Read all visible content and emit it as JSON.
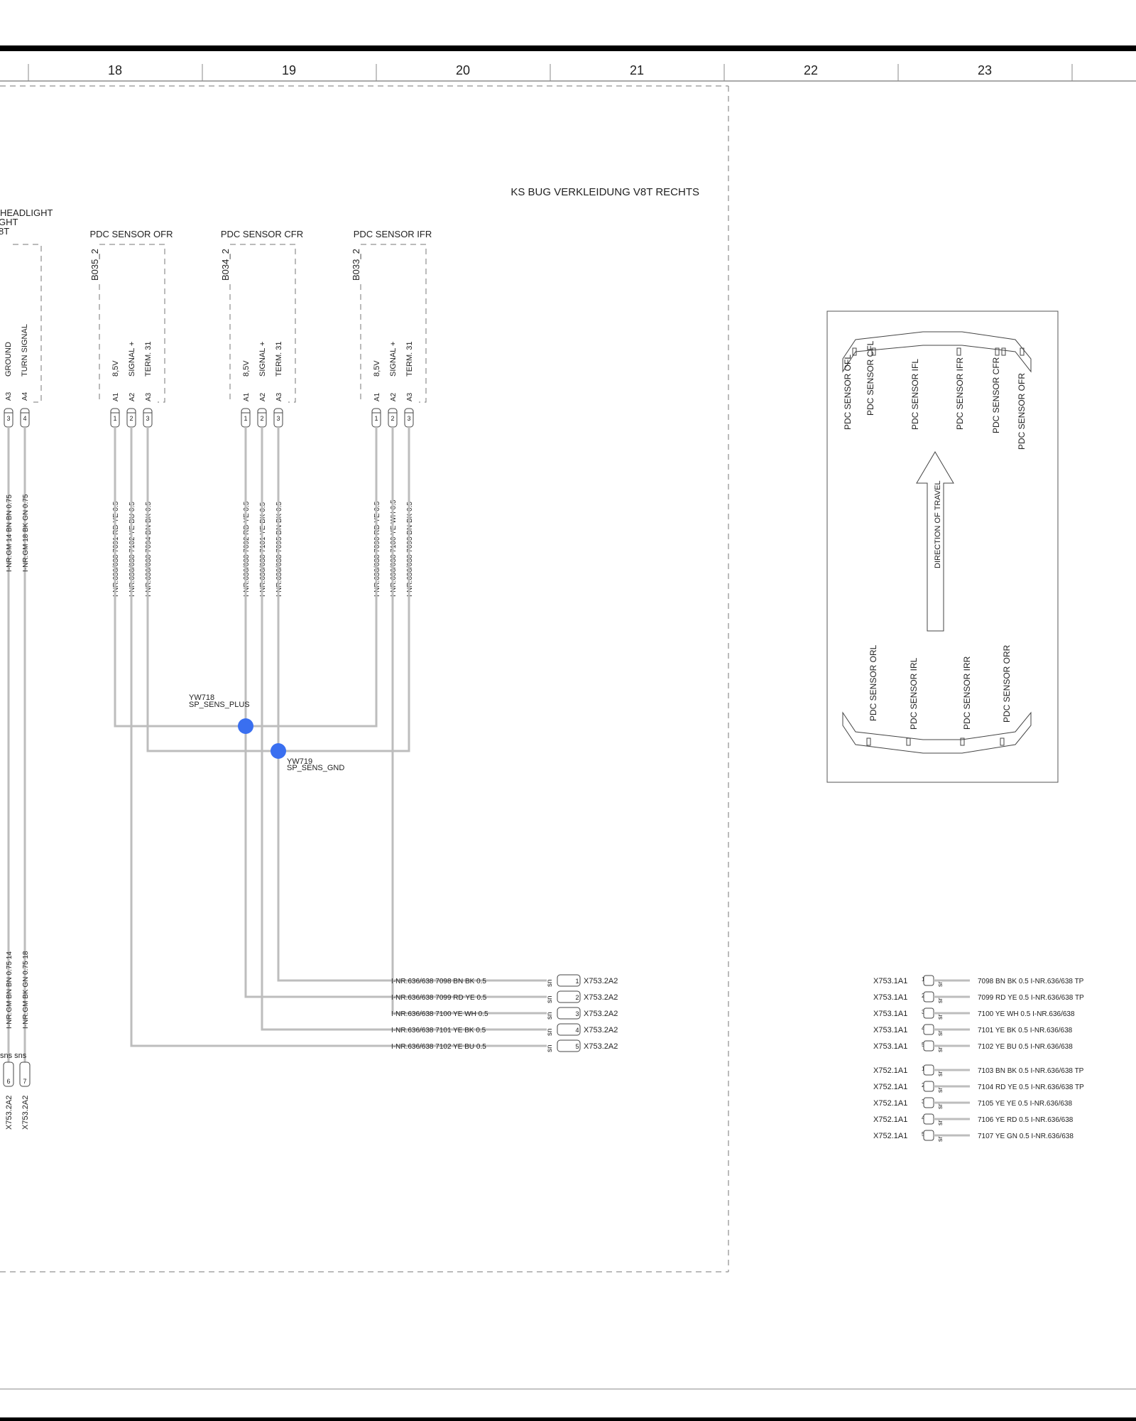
{
  "columns": [
    "18",
    "19",
    "20",
    "21",
    "22",
    "23"
  ],
  "area_title": "KS BUG VERKLEIDUNG V8T RECHTS",
  "headlight": {
    "lines": [
      "HEADLIGHT",
      "GHT",
      "8T"
    ],
    "pins": [
      "A3",
      "A4"
    ],
    "pin_nums": [
      "3",
      "4"
    ],
    "pin_labels": [
      "GROUND",
      "TURN SIGNAL"
    ],
    "wires_top": [
      "I-NR.GM   14  BN BN 0.75",
      "I-NR.GM   18  BK GN 0.75"
    ],
    "wires_bottom": [
      "I-NR.GM   BN BN 0.75  14",
      "I-NR.GM   BK GN 0.75  18"
    ],
    "bottom_pins": [
      "6",
      "7"
    ],
    "bottom_sns": "sns sns",
    "bottom_labels": [
      "X753.2A2",
      "X753.2A2"
    ]
  },
  "sensors": [
    {
      "title": "PDC SENSOR OFR",
      "ref": "B035_2",
      "pins": [
        "A1",
        "A2",
        "A3"
      ],
      "labels": [
        "8,5V",
        "SIGNAL +",
        "TERM. 31"
      ],
      "wires": [
        "I-NR.636/638   7091   RD YE 0.5",
        "I-NR.636/638   7102   YE BU 0.5",
        "I-NR.636/638   7094   BN BK 0.5"
      ]
    },
    {
      "title": "PDC SENSOR CFR",
      "ref": "B034_2",
      "pins": [
        "A1",
        "A2",
        "A3"
      ],
      "labels": [
        "8,5V",
        "SIGNAL +",
        "TERM. 31"
      ],
      "wires": [
        "I-NR.636/638   7092   RD YE 0.5",
        "I-NR.636/638   7101   YE BK 0.5",
        "I-NR.636/638   7095   BN BK 0.5"
      ]
    },
    {
      "title": "PDC SENSOR IFR",
      "ref": "B033_2",
      "pins": [
        "A1",
        "A2",
        "A3"
      ],
      "labels": [
        "8,5V",
        "SIGNAL +",
        "TERM. 31"
      ],
      "wires": [
        "I-NR.636/638   7090   RD YE 0.5",
        "I-NR.636/638   7100   YE WH 0.5",
        "I-NR.636/638   7093   BN BK 0.5"
      ]
    }
  ],
  "splices": [
    {
      "id": "YW718",
      "name": "SP_SENS_PLUS"
    },
    {
      "id": "YW719",
      "name": "SP_SENS_GND"
    }
  ],
  "connector_rows": [
    {
      "wire": "I-NR.636/638  7098   BN BK 0.5",
      "pin": "1",
      "conn": "X753.2A2"
    },
    {
      "wire": "I-NR.636/638  7099   RD YE 0.5",
      "pin": "2",
      "conn": "X753.2A2"
    },
    {
      "wire": "I-NR.636/638  7100   YE WH 0.5",
      "pin": "3",
      "conn": "X753.2A2"
    },
    {
      "wire": "I-NR.636/638  7101   YE BK 0.5",
      "pin": "4",
      "conn": "X753.2A2"
    },
    {
      "wire": "I-NR.636/638  7102   YE BU 0.5",
      "pin": "5",
      "conn": "X753.2A2"
    }
  ],
  "sns": "sn",
  "right_rows_a": [
    {
      "conn": "X753.1A1",
      "pin": "1",
      "wire": "7098     BN BK 0.5     I-NR.636/638   TP"
    },
    {
      "conn": "X753.1A1",
      "pin": "2",
      "wire": "7099     RD YE 0.5     I-NR.636/638   TP"
    },
    {
      "conn": "X753.1A1",
      "pin": "3",
      "wire": "7100     YE WH 0.5     I-NR.636/638"
    },
    {
      "conn": "X753.1A1",
      "pin": "4",
      "wire": "7101     YE BK 0.5     I-NR.636/638"
    },
    {
      "conn": "X753.1A1",
      "pin": "5",
      "wire": "7102     YE BU 0.5     I-NR.636/638"
    }
  ],
  "right_rows_b": [
    {
      "conn": "X752.1A1",
      "pin": "1",
      "wire": "7103     BN BK 0.5     I-NR.636/638   TP"
    },
    {
      "conn": "X752.1A1",
      "pin": "2",
      "wire": "7104     RD YE 0.5     I-NR.636/638   TP"
    },
    {
      "conn": "X752.1A1",
      "pin": "3",
      "wire": "7105     YE YE 0.5     I-NR.636/638"
    },
    {
      "conn": "X752.1A1",
      "pin": "4",
      "wire": "7106     YE RD 0.5     I-NR.636/638"
    },
    {
      "conn": "X752.1A1",
      "pin": "5",
      "wire": "7107     YE GN 0.5     I-NR.636/638"
    }
  ],
  "legend": {
    "front": [
      "PDC SENSOR OFL",
      "PDC SENSOR CFL",
      "PDC SENSOR IFL",
      "PDC SENSOR IFR",
      "PDC SENSOR CFR",
      "PDC SENSOR OFR"
    ],
    "rear": [
      "PDC SENSOR ORL",
      "PDC SENSOR IRL",
      "PDC SENSOR IRR",
      "PDC SENSOR ORR"
    ],
    "arrow": "DIRECTION OF TRAVEL"
  },
  "colors": {
    "splice": "#3a6ff0",
    "wire": "#bdbdbd",
    "border": "#000000"
  }
}
